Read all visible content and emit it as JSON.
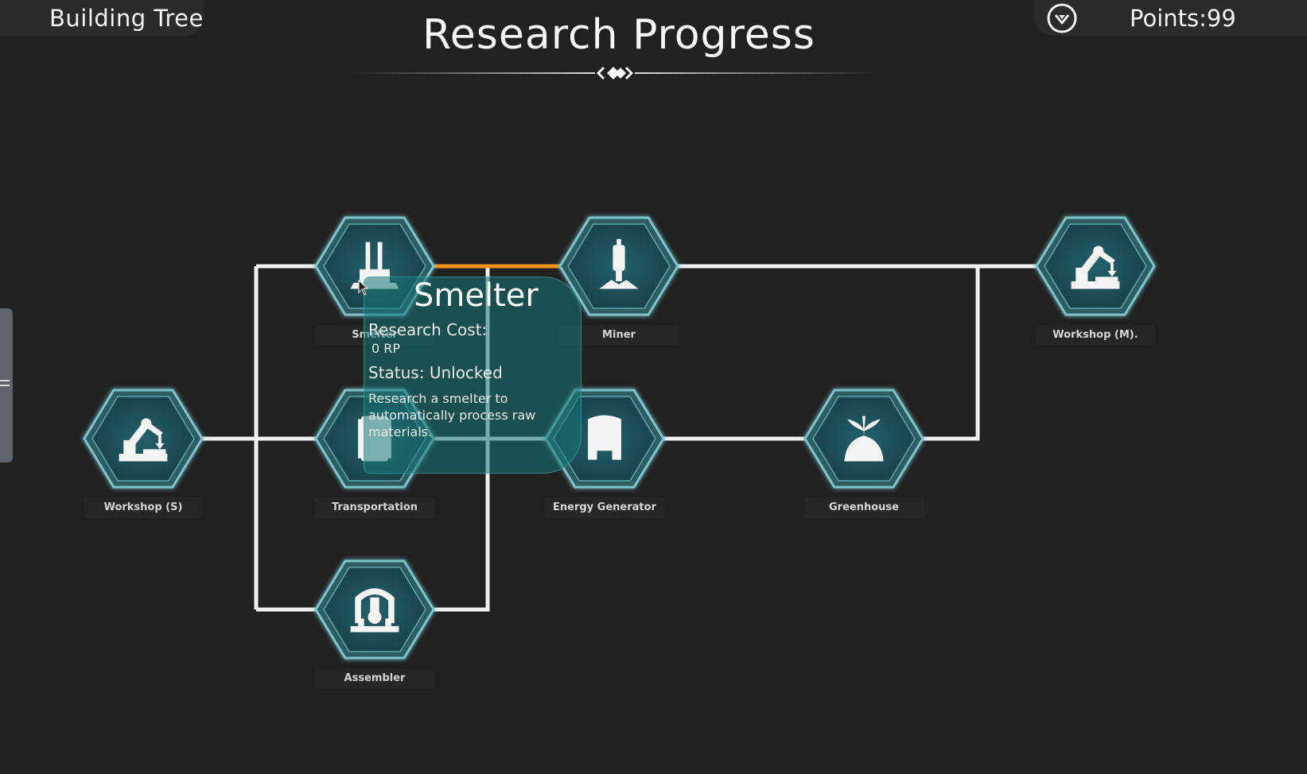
{
  "header": {
    "tab_label": "Building Tree",
    "title": "Research Progress",
    "points_label": "Points:",
    "points_value": "99"
  },
  "colors": {
    "background": "#212122",
    "hex_fill": "#1a4b55",
    "hex_border": "#7cc4cc",
    "line": "#f0f0f0",
    "active_line": "#f0921e",
    "tooltip": "#167676"
  },
  "nodes": [
    {
      "id": "smelter",
      "label": "Smelter",
      "icon": "smelter-icon"
    },
    {
      "id": "miner",
      "label": "Miner",
      "icon": "miner-icon"
    },
    {
      "id": "workshop-m",
      "label": "Workshop (M).",
      "icon": "robot-arm-icon"
    },
    {
      "id": "workshop-s",
      "label": "Workshop (S)",
      "icon": "robot-arm-icon"
    },
    {
      "id": "transportation",
      "label": "Transportation",
      "icon": "conveyor-icon"
    },
    {
      "id": "energy-generator",
      "label": "Energy Generator",
      "icon": "generator-icon"
    },
    {
      "id": "greenhouse",
      "label": "Greenhouse",
      "icon": "plant-icon"
    },
    {
      "id": "assembler",
      "label": "Assembler",
      "icon": "assembler-icon"
    }
  ],
  "tooltip": {
    "title": "Smelter",
    "cost_label": "Research Cost:",
    "cost_value": "0 RP",
    "status": "Status: Unlocked",
    "description": "Research a smelter to automatically process raw materials."
  }
}
